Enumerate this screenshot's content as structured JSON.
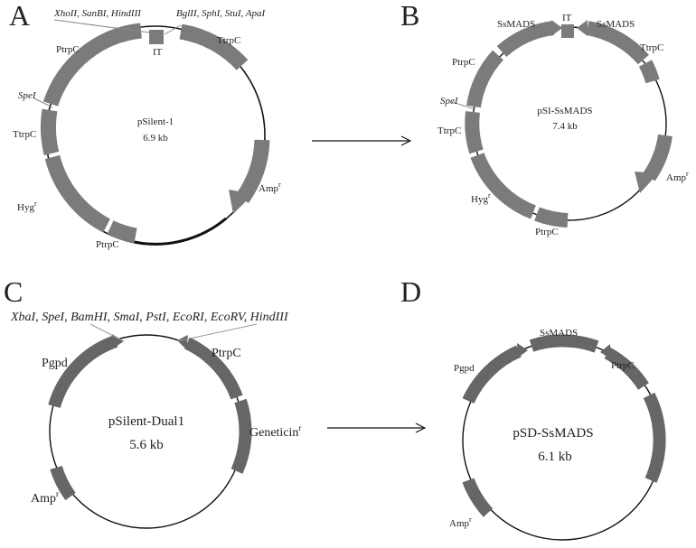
{
  "panels": {
    "A": {
      "letter": "A",
      "name": "pSilent-1",
      "size": "6.9 kb",
      "features": {
        "ttrpc_top": "TtrpC",
        "ptrpc_left": "PtrpC",
        "spe": "SpeI",
        "ttrpc_left": "TtrpC",
        "hyg": "Hyg",
        "ptrpc_bottom": "PtrpC",
        "amp": "Amp",
        "it": "IT"
      },
      "sites_left": "XhoII, SanBI, HindIII",
      "sites_right": "BglII, SphI, StuI, ApaI"
    },
    "B": {
      "letter": "B",
      "name": "pSI-SsMADS",
      "size": "7.4 kb",
      "features": {
        "ssmads_left": "SsMADS",
        "it": "IT",
        "ssmads_right": "SsMADS",
        "ttrpc_top": "TtrpC",
        "ptrpc_left": "PtrpC",
        "spe": "SpeI",
        "ttrpc_left": "TtrpC",
        "hyg": "Hyg",
        "ptrpc_bottom": "PtrpC",
        "amp": "Amp"
      }
    },
    "C": {
      "letter": "C",
      "name": "pSilent-Dual1",
      "size": "5.6 kb",
      "sites": "XbaI, SpeI, BamHI, SmaI, PstI, EcoRI, EcoRV, HindIII",
      "features": {
        "pgpd": "Pgpd",
        "ptrpc": "PtrpC",
        "geneticin": "Geneticin",
        "amp": "Amp"
      }
    },
    "D": {
      "letter": "D",
      "name": "pSD-SsMADS",
      "size": "6.1 kb",
      "features": {
        "ssmads": "SsMADS",
        "pgpd": "Pgpd",
        "ptrpc": "PtrpC",
        "amp": "Amp"
      }
    }
  },
  "superscript_r": "r",
  "colors": {
    "feature": "#7b7b7b",
    "line": "#111111",
    "text": "#222222"
  }
}
